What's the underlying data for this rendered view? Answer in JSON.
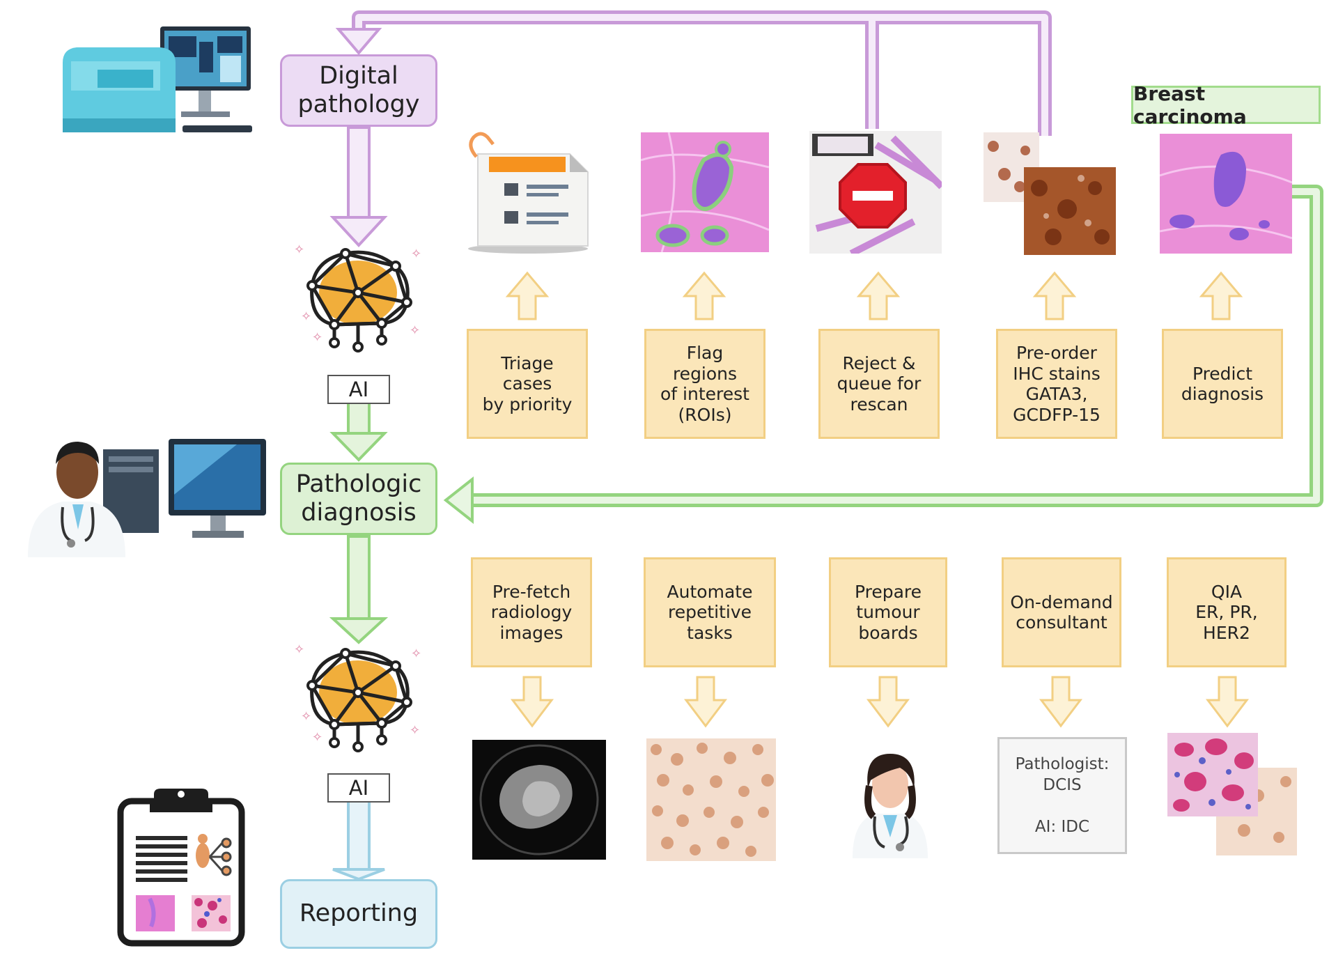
{
  "stages": {
    "digital_pathology": "Digital\npathology",
    "pathologic_diagnosis": "Pathologic\ndiagnosis",
    "reporting": "Reporting"
  },
  "ai_labels": [
    "AI",
    "AI"
  ],
  "breast_carcinoma": "Breast carcinoma",
  "upper_tasks": [
    "Triage cases\nby priority",
    "Flag regions\nof interest\n(ROIs)",
    "Reject &\nqueue for\nrescan",
    "Pre-order\nIHC stains\nGATA3,\nGCDFP-15",
    "Predict\ndiagnosis"
  ],
  "lower_tasks": [
    "Pre-fetch\nradiology\nimages",
    "Automate\nrepetitive\ntasks",
    "Prepare\ntumour\nboards",
    "On-demand\nconsultant",
    "QIA\nER, PR,\nHER2"
  ],
  "consult_note": {
    "line1": "Pathologist:",
    "line2": "DCIS",
    "line3": "AI: IDC"
  },
  "colors": {
    "purple": "#c89ad8",
    "green": "#94d47f",
    "blue": "#9bcfe3",
    "yellow": "#f2cf83",
    "stain_pink": "#e58ad0",
    "stain_brown": "#a5562a"
  },
  "icons": [
    "slide-scanner-icon",
    "ai-brain-icon",
    "pathologist-workstation-icon",
    "clipboard-report-icon",
    "stop-sign-icon",
    "document-icon",
    "doctor-icon"
  ]
}
